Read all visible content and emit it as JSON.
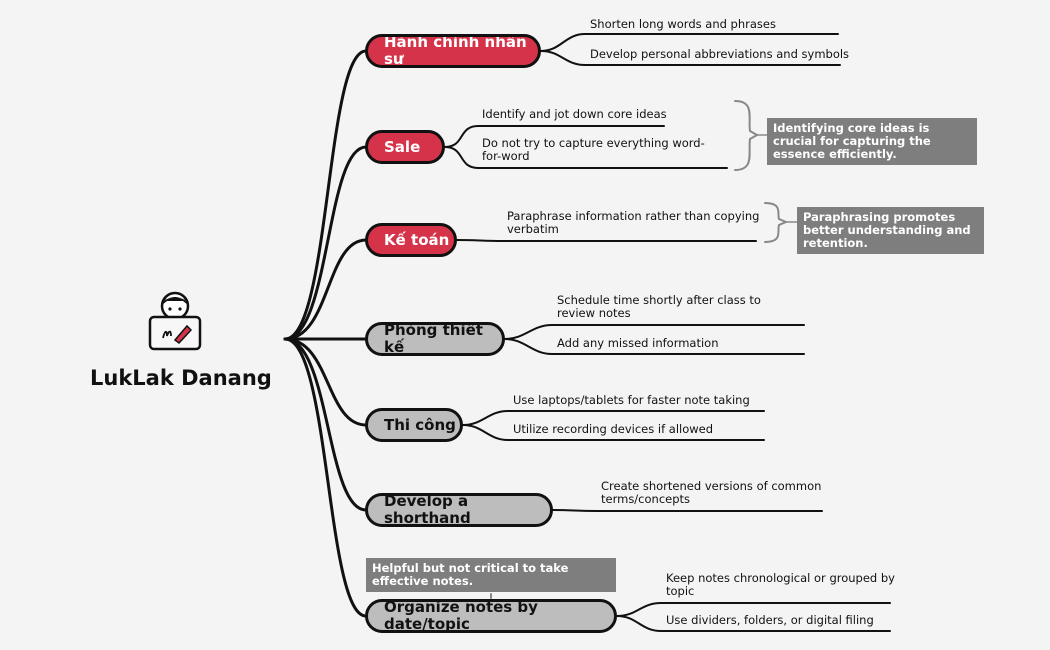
{
  "root": {
    "title": "LukLak Danang"
  },
  "colors": {
    "red": "#d5334a",
    "grey": "#bdbdbd",
    "note": "#7e7e7e",
    "line": "#111111"
  },
  "icons": {
    "root_icon": "person-at-laptop-icon"
  },
  "branches": [
    {
      "label": "Hành chính nhân sự",
      "style": "red",
      "children": [
        "Shorten long words and phrases",
        "Develop personal abbreviations and symbols"
      ]
    },
    {
      "label": "Sale",
      "style": "red",
      "children": [
        "Identify and jot down core ideas",
        "Do not try to capture everything word-for-word"
      ],
      "note": "Identifying core ideas is crucial for capturing the essence efficiently."
    },
    {
      "label": "Kế toán",
      "style": "red",
      "children": [
        "Paraphrase information rather than copying verbatim"
      ],
      "note": "Paraphrasing promotes better understanding and retention."
    },
    {
      "label": "Phòng thiết kế",
      "style": "grey",
      "children": [
        "Schedule time shortly after class to review notes",
        "Add any missed information"
      ]
    },
    {
      "label": "Thi công",
      "style": "grey",
      "children": [
        "Use laptops/tablets for faster note taking",
        "Utilize recording devices if allowed"
      ]
    },
    {
      "label": "Develop a shorthand",
      "style": "grey",
      "children": [
        "Create shortened versions of common terms/concepts"
      ]
    },
    {
      "label": "Organize notes by date/topic",
      "style": "grey",
      "children": [
        "Keep notes chronological or grouped by topic",
        "Use dividers, folders, or digital filing"
      ],
      "note": "Helpful but not critical to take effective notes."
    }
  ]
}
